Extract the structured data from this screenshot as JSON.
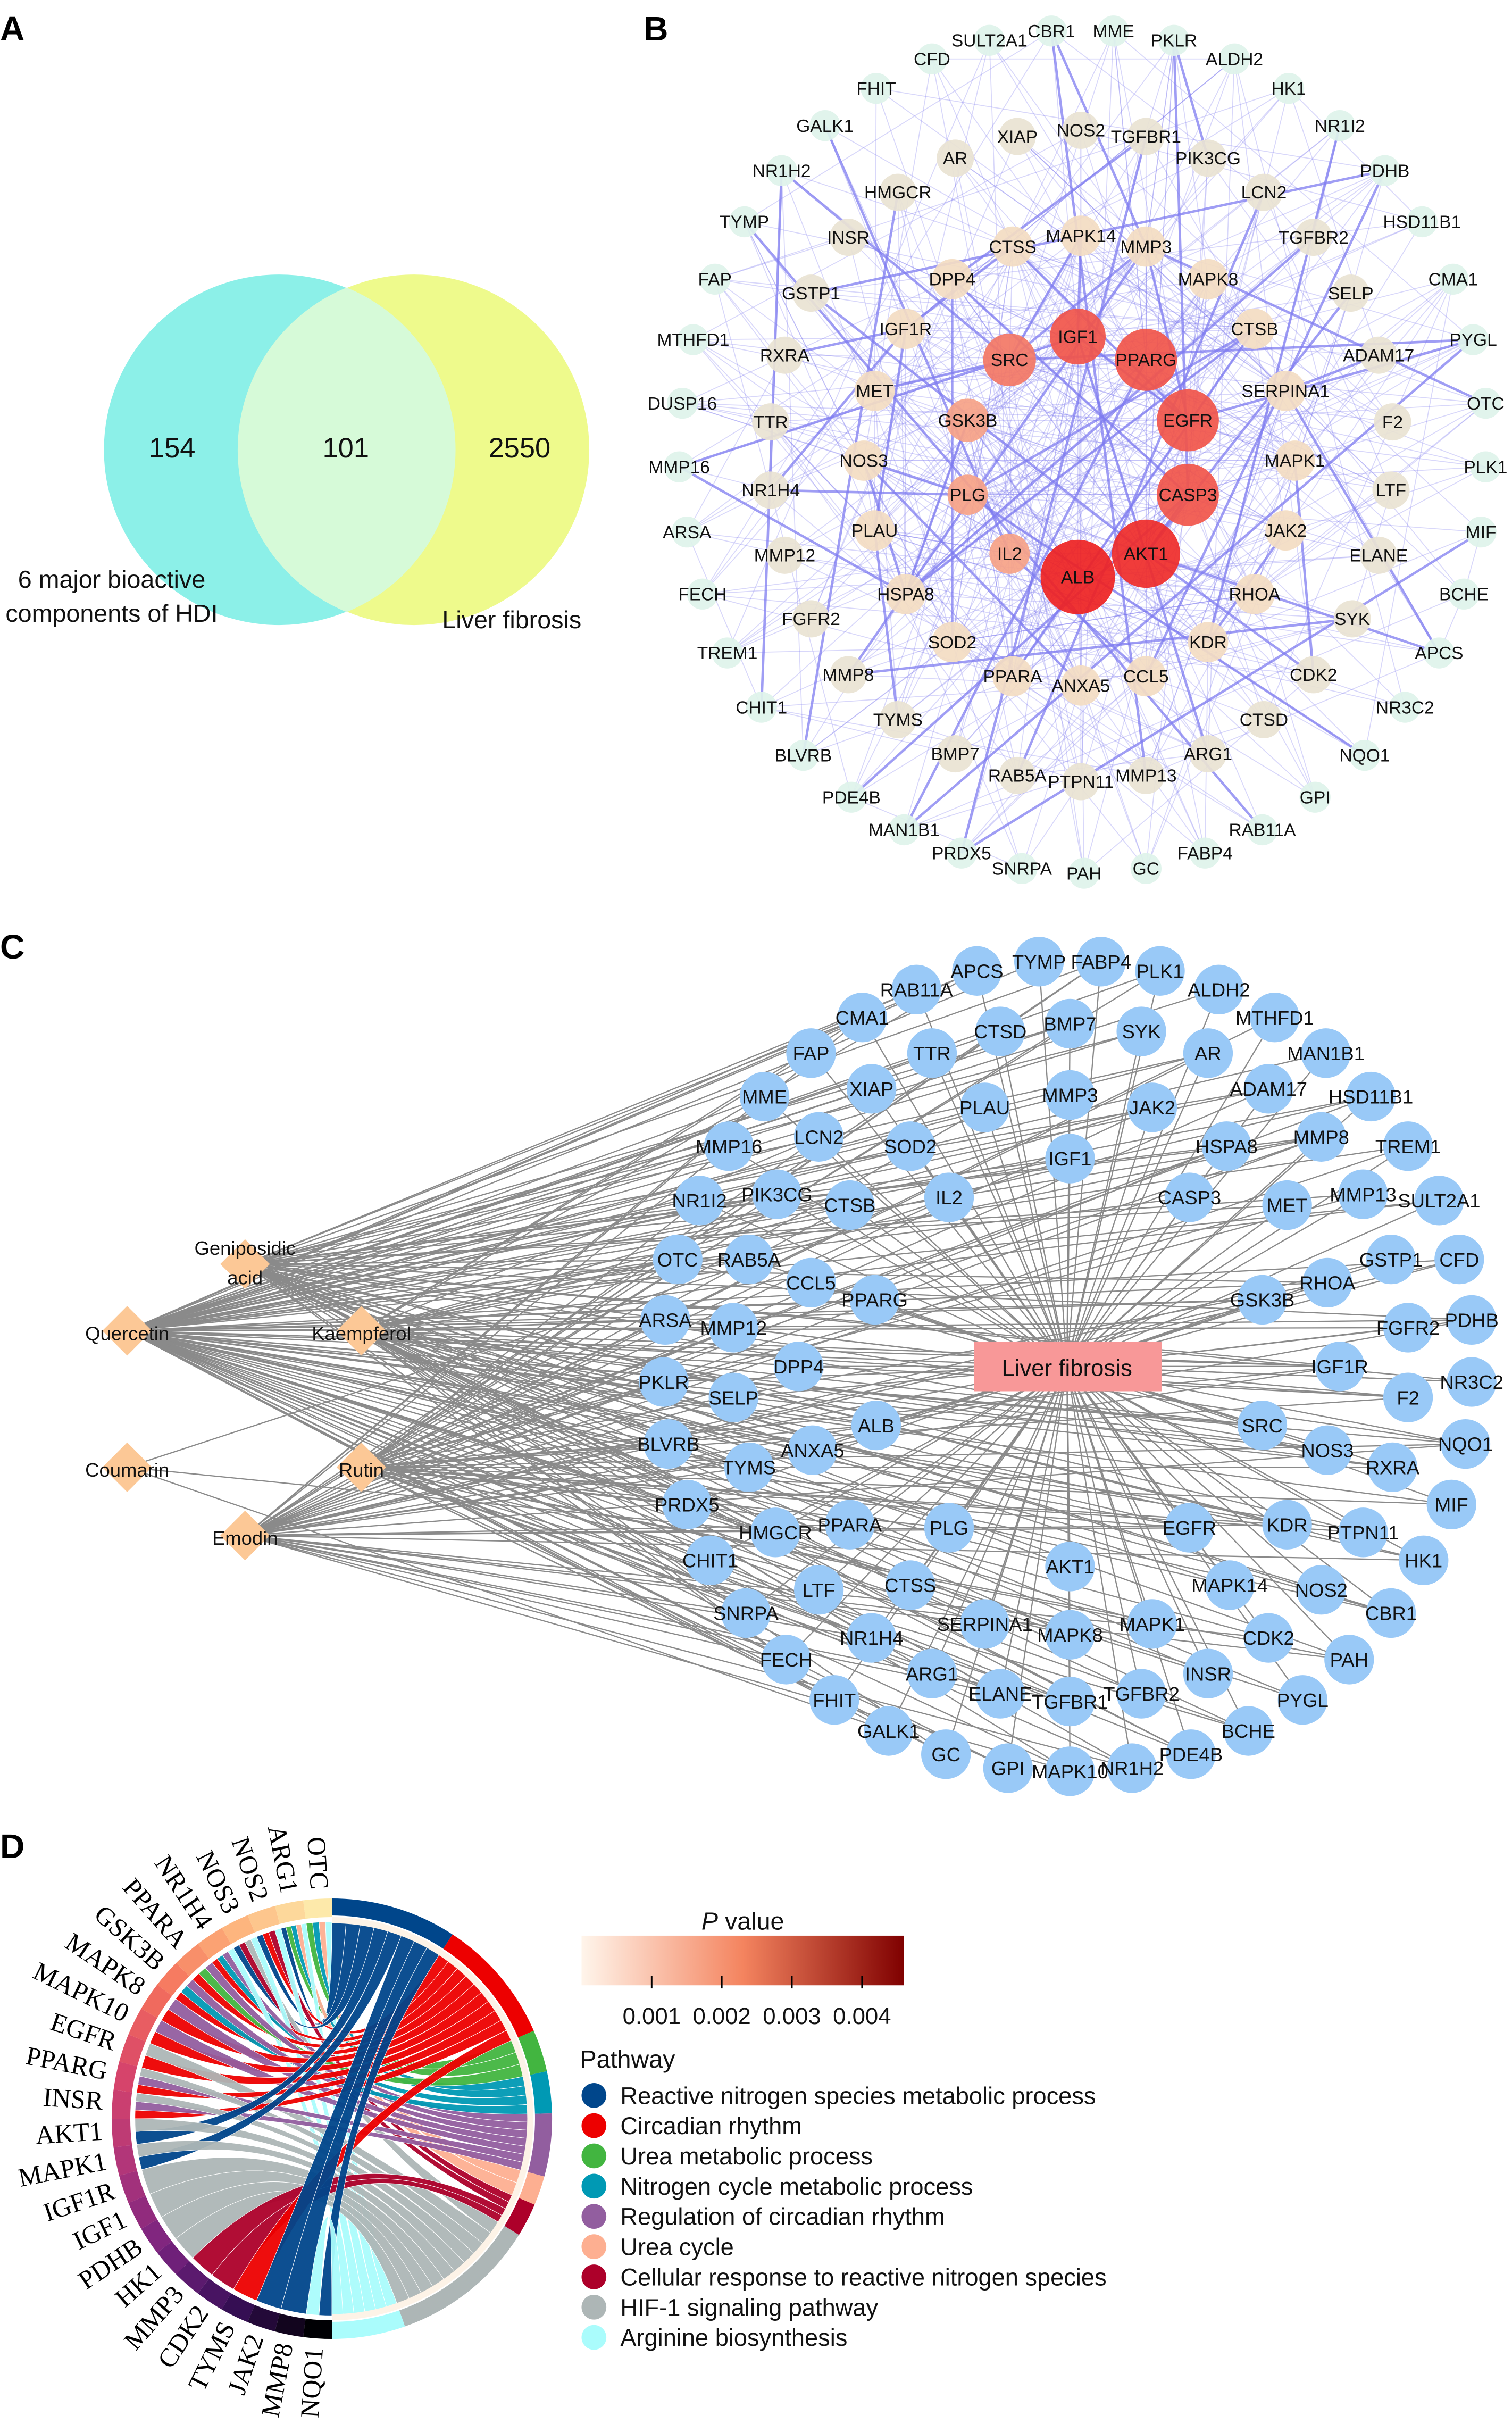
{
  "panels": {
    "a": "A",
    "b": "B",
    "c": "C",
    "d": "D"
  },
  "venn": {
    "left_count": "154",
    "overlap_count": "101",
    "right_count": "2550",
    "left_label_1": "6 major bioactive",
    "left_label_2": "components of HDI",
    "right_label": "Liver fibrosis",
    "colors": {
      "left": "#8cf0e8",
      "right": "#eefa8c",
      "overlap": "#d6fad8"
    }
  },
  "ppi": {
    "core": [
      "IGF1",
      "PPARG",
      "SRC",
      "GSK3B",
      "EGFR",
      "PLG",
      "CASP3",
      "IL2",
      "AKT1",
      "ALB"
    ],
    "core_levels": [
      0.7,
      0.7,
      0.5,
      0.25,
      0.7,
      0.25,
      0.7,
      0.25,
      0.95,
      1.0
    ],
    "inner": [
      "CTSS",
      "MAPK14",
      "MMP3",
      "DPP4",
      "MAPK8",
      "IGF1R",
      "CTSB",
      "MET",
      "SERPINA1",
      "NOS3",
      "MAPK1",
      "PLAU",
      "JAK2",
      "HSPA8",
      "RHOA",
      "SOD2",
      "KDR",
      "PPARA",
      "ANXA5",
      "CCL5"
    ],
    "middle": [
      "XIAP",
      "NOS2",
      "TGFBR1",
      "AR",
      "PIK3CG",
      "HMGCR",
      "LCN2",
      "INSR",
      "TGFBR2",
      "GSTP1",
      "SELP",
      "RXRA",
      "ADAM17",
      "TTR",
      "F2",
      "NR1H4",
      "LTF",
      "MMP12",
      "ELANE",
      "FGFR2",
      "SYK",
      "MMP8",
      "CDK2",
      "TYMS",
      "CTSD",
      "BMP7",
      "ARG1",
      "RAB5A",
      "PTPN11",
      "MMP13"
    ],
    "outer": [
      "SULT2A1",
      "CBR1",
      "MME",
      "PKLR",
      "CFD",
      "ALDH2",
      "FHIT",
      "HK1",
      "GALK1",
      "NR1I2",
      "NR1H2",
      "PDHB",
      "TYMP",
      "HSD11B1",
      "FAP",
      "CMA1",
      "MTHFD1",
      "PYGL",
      "DUSP16",
      "OTC",
      "MMP16",
      "PLK1",
      "ARSA",
      "MIF",
      "FECH",
      "BCHE",
      "TREM1",
      "APCS",
      "CHIT1",
      "NR3C2",
      "BLVRB",
      "NQO1",
      "PDE4B",
      "GPI",
      "MAN1B1",
      "RAB11A",
      "PRDX5",
      "FABP4",
      "SNRPA",
      "PAH",
      "GC"
    ],
    "edge_color": "#7f7cf0"
  },
  "network": {
    "compounds": [
      "Geniposidic",
      "acid",
      "Quercetin",
      "Kaempferol",
      "Coumarin",
      "Rutin",
      "Emodin"
    ],
    "disease": "Liver fibrosis",
    "targets": [
      "APCS",
      "TYMP",
      "FABP4",
      "PLK1",
      "RAB11A",
      "ALDH2",
      "CMA1",
      "MTHFD1",
      "FAP",
      "TTR",
      "CTSD",
      "BMP7",
      "SYK",
      "AR",
      "MAN1B1",
      "MME",
      "XIAP",
      "PLAU",
      "MMP3",
      "JAK2",
      "ADAM17",
      "HSD11B1",
      "MMP16",
      "LCN2",
      "SOD2",
      "IGF1",
      "HSPA8",
      "MMP8",
      "TREM1",
      "NR1I2",
      "PIK3CG",
      "CTSB",
      "IL2",
      "CASP3",
      "MET",
      "MMP13",
      "SULT2A1",
      "GSTP1",
      "CFD",
      "OTC",
      "RAB5A",
      "CCL5",
      "PPARG",
      "RHOA",
      "GSK3B",
      "FGFR2",
      "PDHB",
      "ARSA",
      "MMP12",
      "DPP4",
      "IGF1R",
      "PKLR",
      "SELP",
      "F2",
      "NR3C2",
      "ALB",
      "SRC",
      "BLVRB",
      "ANXA5",
      "TYMS",
      "NOS3",
      "RXRA",
      "NQO1",
      "PRDX5",
      "MIF",
      "PPARA",
      "HMGCR",
      "PLG",
      "EGFR",
      "KDR",
      "PTPN11",
      "HK1",
      "CHIT1",
      "AKT1",
      "LTF",
      "CTSS",
      "MAPK14",
      "NOS2",
      "CBR1",
      "SNRPA",
      "SERPINA1",
      "MAPK8",
      "MAPK1",
      "CDK2",
      "NR1H4",
      "FECH",
      "PAH",
      "ARG1",
      "INSR",
      "FHIT",
      "ELANE",
      "TGFBR1",
      "TGFBR2",
      "PYGL",
      "GALK1",
      "BCHE",
      "GC",
      "PDE4B",
      "GPI",
      "MAPK10",
      "NR1H2"
    ],
    "colors": {
      "target": "#99c9f7",
      "compound": "#fcc896",
      "disease": "#f89898",
      "edge": "#8a8a8a"
    }
  },
  "chord": {
    "genes": [
      "OTC",
      "ARG1",
      "NOS2",
      "NOS3",
      "NR1H4",
      "PPARA",
      "GSK3B",
      "MAPK8",
      "MAPK10",
      "EGFR",
      "PPARG",
      "INSR",
      "AKT1",
      "MAPK1",
      "IGF1R",
      "IGF1",
      "PDHB",
      "HK1",
      "MMP3",
      "CDK2",
      "TYMS",
      "JAK2",
      "MMP8",
      "NQO1"
    ],
    "gene_pathways": [
      [
        2,
        3,
        5,
        8
      ],
      [
        0,
        2,
        3,
        5,
        8
      ],
      [
        0,
        1,
        6,
        8
      ],
      [
        0,
        6,
        7,
        8
      ],
      [
        1,
        3,
        4,
        8
      ],
      [
        1,
        2,
        4
      ],
      [
        1,
        3,
        4
      ],
      [
        1,
        4
      ],
      [
        1,
        4
      ],
      [
        1,
        7
      ],
      [
        1,
        4,
        7
      ],
      [
        1,
        4,
        7
      ],
      [
        0,
        7
      ],
      [
        0,
        7
      ],
      [
        7
      ],
      [
        7
      ],
      [
        7
      ],
      [
        7
      ],
      [
        6
      ],
      [
        6
      ],
      [
        1
      ],
      [
        0
      ],
      [
        0
      ],
      [
        0,
        8
      ]
    ],
    "colorbar": {
      "title_italic": "P",
      "title": " value",
      "ticks": [
        "0.001",
        "0.002",
        "0.003",
        "0.004"
      ],
      "tick_values": [
        0.001,
        0.002,
        0.003,
        0.004
      ],
      "range": [
        0,
        0.0046
      ],
      "color_low": "#fff5eb",
      "color_mid": "#f4845f",
      "color_high": "#7f0000"
    },
    "legend_title": "Pathway",
    "pathways": [
      {
        "name": "Reactive nitrogen species metabolic process",
        "color": "#00468b"
      },
      {
        "name": "Circadian rhythm",
        "color": "#ed0000"
      },
      {
        "name": "Urea metabolic process",
        "color": "#42b540"
      },
      {
        "name": "Nitrogen cycle metabolic process",
        "color": "#0099b4"
      },
      {
        "name": "Regulation of circadian rhythm",
        "color": "#925e9f"
      },
      {
        "name": "Urea cycle",
        "color": "#fdaf91"
      },
      {
        "name": "Cellular response to reactive nitrogen species",
        "color": "#ad002a"
      },
      {
        "name": "HIF-1 signaling pathway",
        "color": "#adb6b6"
      },
      {
        "name": "Arginine biosynthesis",
        "color": "#aafcfc"
      }
    ]
  }
}
